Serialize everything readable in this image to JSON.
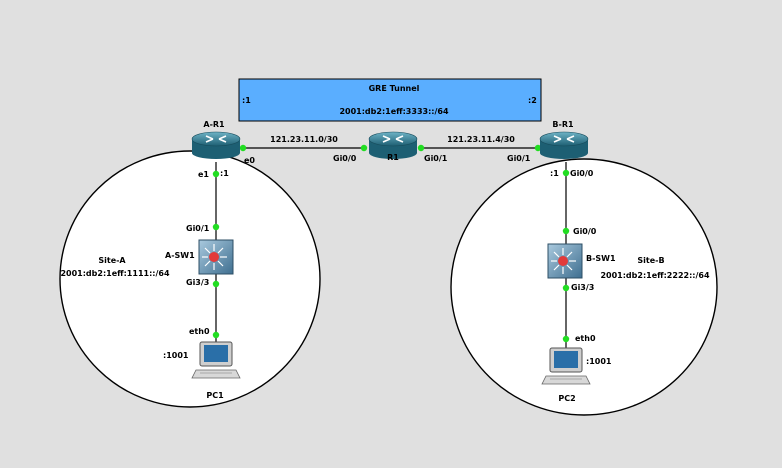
{
  "tunnel": {
    "title": "GRE Tunnel",
    "left_end": ":1",
    "right_end": ":2",
    "subnet": "2001:db2:1eff:3333::/64"
  },
  "routers": {
    "a_r1": {
      "name": "A-R1"
    },
    "r1": {
      "name": "R1"
    },
    "b_r1": {
      "name": "B-R1"
    }
  },
  "links": {
    "left_subnet": "121.23.11.0/30",
    "right_subnet": "121.23.11.4/30"
  },
  "interfaces": {
    "a_r1_e0": "e0",
    "a_r1_e1": "e1",
    "a_r1_e1_addr": ":1",
    "r1_gi0_0": "Gi0/0",
    "r1_gi0_1": "Gi0/1",
    "b_r1_gi0_1": "Gi0/1",
    "b_r1_addr": ":1",
    "b_r1_gi0_0": "Gi0/0",
    "a_sw1_gi0_1": "Gi0/1",
    "a_sw1_gi3_3": "Gi3/3",
    "b_sw1_gi0_0": "Gi0/0",
    "b_sw1_gi3_3": "Gi3/3",
    "pc1_eth0": "eth0",
    "pc2_eth0": "eth0"
  },
  "switches": {
    "a_sw1": {
      "name": "A-SW1"
    },
    "b_sw1": {
      "name": "B-SW1"
    }
  },
  "sites": {
    "site_a": {
      "name": "Site-A",
      "prefix": "2001:db2:1eff:1111::/64"
    },
    "site_b": {
      "name": "Site-B",
      "prefix": "2001:db2:1eff:2222::/64"
    }
  },
  "hosts": {
    "pc1": {
      "name": "PC1",
      "addr": ":1001"
    },
    "pc2": {
      "name": "PC2",
      "addr": ":1001"
    }
  },
  "colors": {
    "background": "#e0e0e0",
    "tunnel_fill": "#5aaeff",
    "link_up": "#22dd22",
    "router_body": "#2f7f95",
    "switch_body": "#5c8fb0"
  }
}
